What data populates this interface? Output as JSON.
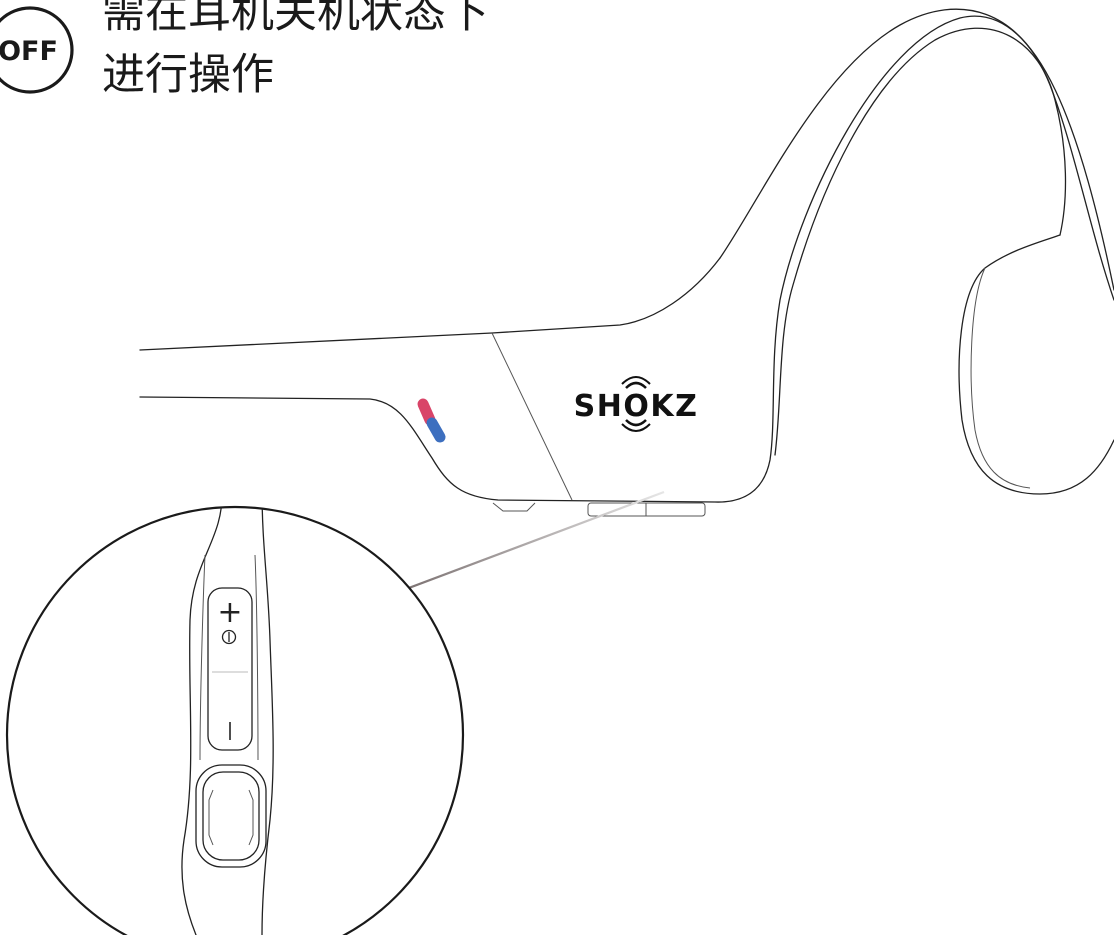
{
  "badge": {
    "text": "OFF"
  },
  "caption": {
    "line1": "需在耳机关机状态下",
    "line2": "进行操作"
  },
  "brand": {
    "text": "SHOKZ"
  },
  "buttons": {
    "plus": "+",
    "power": "⏼",
    "minus": "|"
  },
  "colors": {
    "indicator_top": "#d94468",
    "indicator_bottom": "#3d6fbf",
    "ink": "#1a1a1a"
  }
}
